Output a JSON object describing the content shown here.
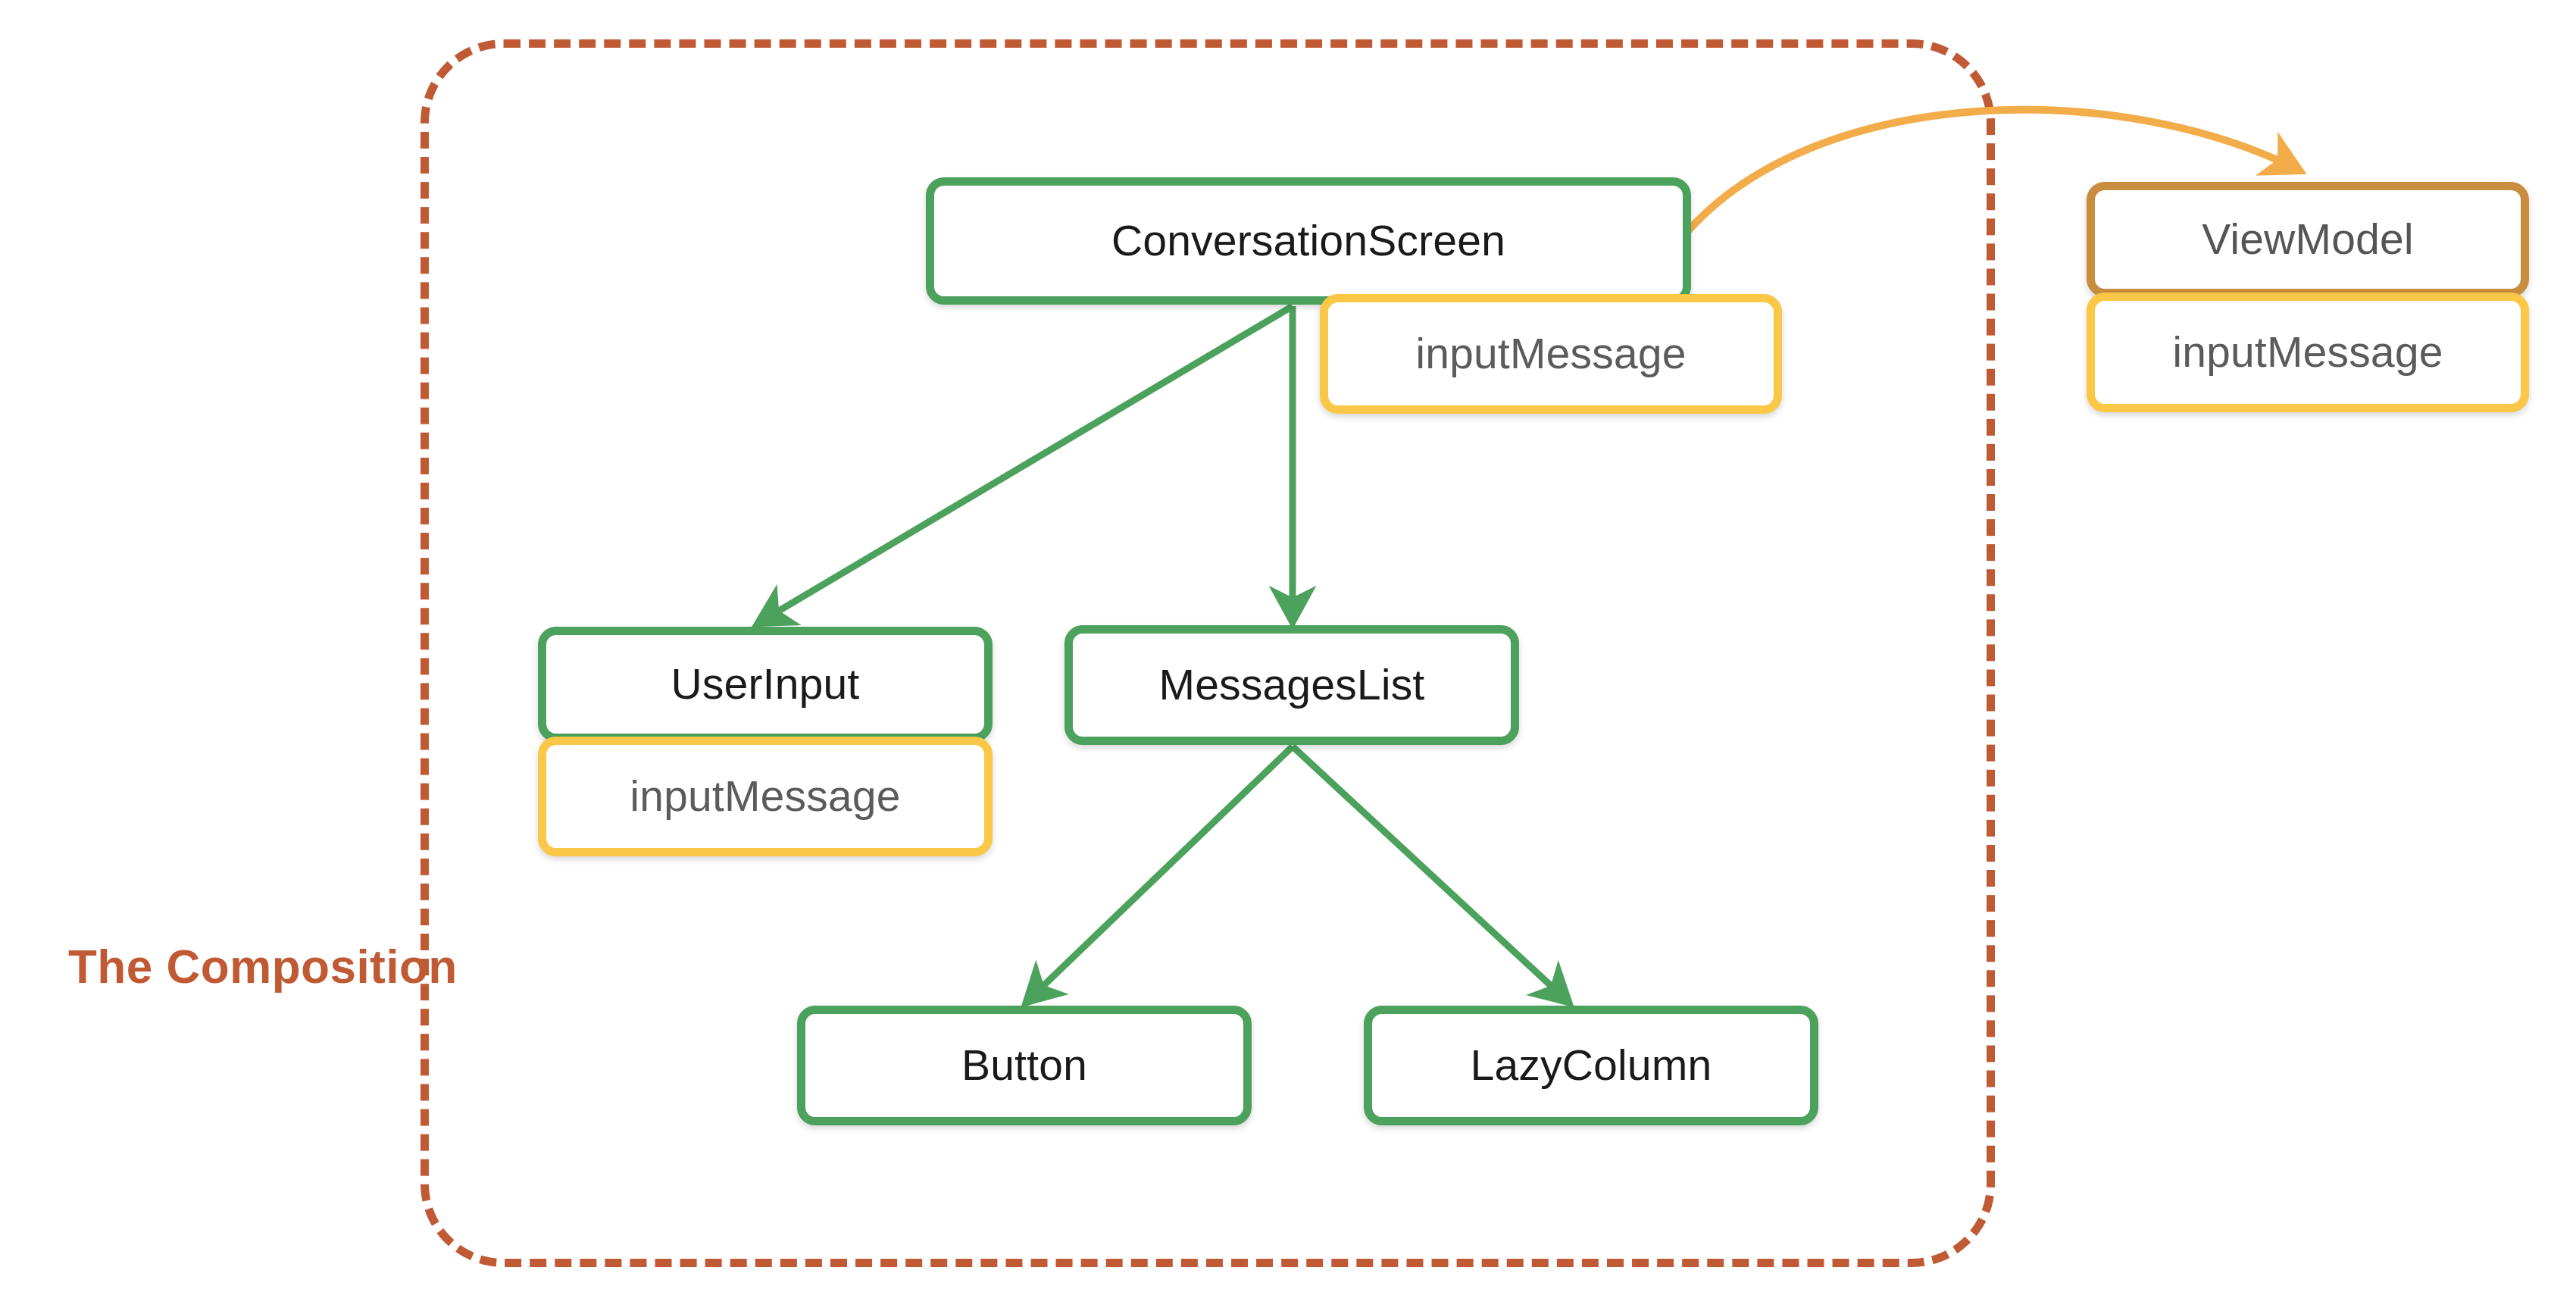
{
  "diagram": {
    "title": "The Composition",
    "caption": "The Composition",
    "colors": {
      "composable_border": "#4ca25c",
      "state_border": "#fbc747",
      "viewmodel_border": "#c98d3f",
      "boundary_border": "#c05a34",
      "boundary_label": "#c05a34",
      "composable_arrow": "#4ca25c",
      "state_arrow": "#f2ad4a",
      "background": "#ffffff"
    },
    "nodes": [
      {
        "id": "conversation-screen",
        "label": "ConversationScreen",
        "kind": "composable",
        "border_color": "#4ca25c",
        "inside_composition": true
      },
      {
        "id": "conversation-screen-input-message",
        "label": "inputMessage",
        "kind": "state",
        "border_color": "#fbc747",
        "owner": "ConversationScreen",
        "inside_composition": true
      },
      {
        "id": "view-model",
        "label": "ViewModel",
        "kind": "viewmodel",
        "border_color": "#c98d3f",
        "inside_composition": false
      },
      {
        "id": "view-model-input-message",
        "label": "inputMessage",
        "kind": "state",
        "border_color": "#fbc747",
        "owner": "ViewModel",
        "inside_composition": false
      },
      {
        "id": "user-input",
        "label": "UserInput",
        "kind": "composable",
        "border_color": "#4ca25c",
        "inside_composition": true
      },
      {
        "id": "user-input-input-message",
        "label": "inputMessage",
        "kind": "state",
        "border_color": "#fbc747",
        "owner": "UserInput",
        "inside_composition": true
      },
      {
        "id": "messages-list",
        "label": "MessagesList",
        "kind": "composable",
        "border_color": "#4ca25c",
        "inside_composition": true
      },
      {
        "id": "button",
        "label": "Button",
        "kind": "composable",
        "border_color": "#4ca25c",
        "inside_composition": true
      },
      {
        "id": "lazy-column",
        "label": "LazyColumn",
        "kind": "composable",
        "border_color": "#4ca25c",
        "inside_composition": true
      }
    ],
    "edges": [
      {
        "from": "conversation-screen",
        "to": "user-input",
        "color": "#4ca25c",
        "style": "solid-straight"
      },
      {
        "from": "conversation-screen",
        "to": "messages-list",
        "color": "#4ca25c",
        "style": "solid-straight"
      },
      {
        "from": "conversation-screen",
        "to": "view-model",
        "color": "#f2ad4a",
        "style": "solid-curved"
      },
      {
        "from": "messages-list",
        "to": "button",
        "color": "#4ca25c",
        "style": "solid-straight"
      },
      {
        "from": "messages-list",
        "to": "lazy-column",
        "color": "#4ca25c",
        "style": "solid-straight"
      }
    ],
    "boundary": {
      "label": "The Composition",
      "style": "dashed",
      "color": "#c05a34"
    }
  }
}
